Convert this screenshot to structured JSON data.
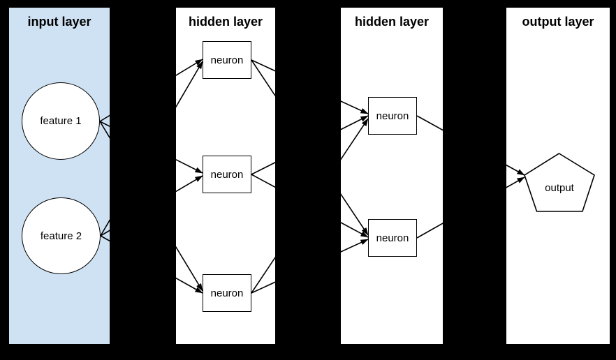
{
  "page": {
    "background": "#000000"
  },
  "diagram": {
    "type": "neural-network",
    "edge_color": "#000000",
    "node_fill": "#ffffff",
    "node_stroke": "#000000",
    "layers": [
      {
        "id": "input",
        "title": "input layer",
        "bg": "#cfe2f3",
        "nodes": [
          {
            "id": "feature-1",
            "shape": "ellipse",
            "label": "feature 1"
          },
          {
            "id": "feature-2",
            "shape": "ellipse",
            "label": "feature 2"
          }
        ]
      },
      {
        "id": "hidden-1",
        "title": "hidden layer",
        "bg": "#ffffff",
        "nodes": [
          {
            "id": "h1-neuron-1",
            "shape": "rect",
            "label": "neuron"
          },
          {
            "id": "h1-neuron-2",
            "shape": "rect",
            "label": "neuron"
          },
          {
            "id": "h1-neuron-3",
            "shape": "rect",
            "label": "neuron"
          }
        ]
      },
      {
        "id": "hidden-2",
        "title": "hidden layer",
        "bg": "#ffffff",
        "nodes": [
          {
            "id": "h2-neuron-1",
            "shape": "rect",
            "label": "neuron"
          },
          {
            "id": "h2-neuron-2",
            "shape": "rect",
            "label": "neuron"
          }
        ]
      },
      {
        "id": "output",
        "title": "output layer",
        "bg": "#ffffff",
        "nodes": [
          {
            "id": "output",
            "shape": "pentagon",
            "label": "output"
          }
        ]
      }
    ],
    "edges": [
      {
        "from": "feature-1",
        "to": "h1-neuron-1"
      },
      {
        "from": "feature-1",
        "to": "h1-neuron-2"
      },
      {
        "from": "feature-1",
        "to": "h1-neuron-3"
      },
      {
        "from": "feature-2",
        "to": "h1-neuron-1"
      },
      {
        "from": "feature-2",
        "to": "h1-neuron-2"
      },
      {
        "from": "feature-2",
        "to": "h1-neuron-3"
      },
      {
        "from": "h1-neuron-1",
        "to": "h2-neuron-1"
      },
      {
        "from": "h1-neuron-1",
        "to": "h2-neuron-2"
      },
      {
        "from": "h1-neuron-2",
        "to": "h2-neuron-1"
      },
      {
        "from": "h1-neuron-2",
        "to": "h2-neuron-2"
      },
      {
        "from": "h1-neuron-3",
        "to": "h2-neuron-1"
      },
      {
        "from": "h1-neuron-3",
        "to": "h2-neuron-2"
      },
      {
        "from": "h2-neuron-1",
        "to": "output"
      },
      {
        "from": "h2-neuron-2",
        "to": "output"
      }
    ]
  }
}
